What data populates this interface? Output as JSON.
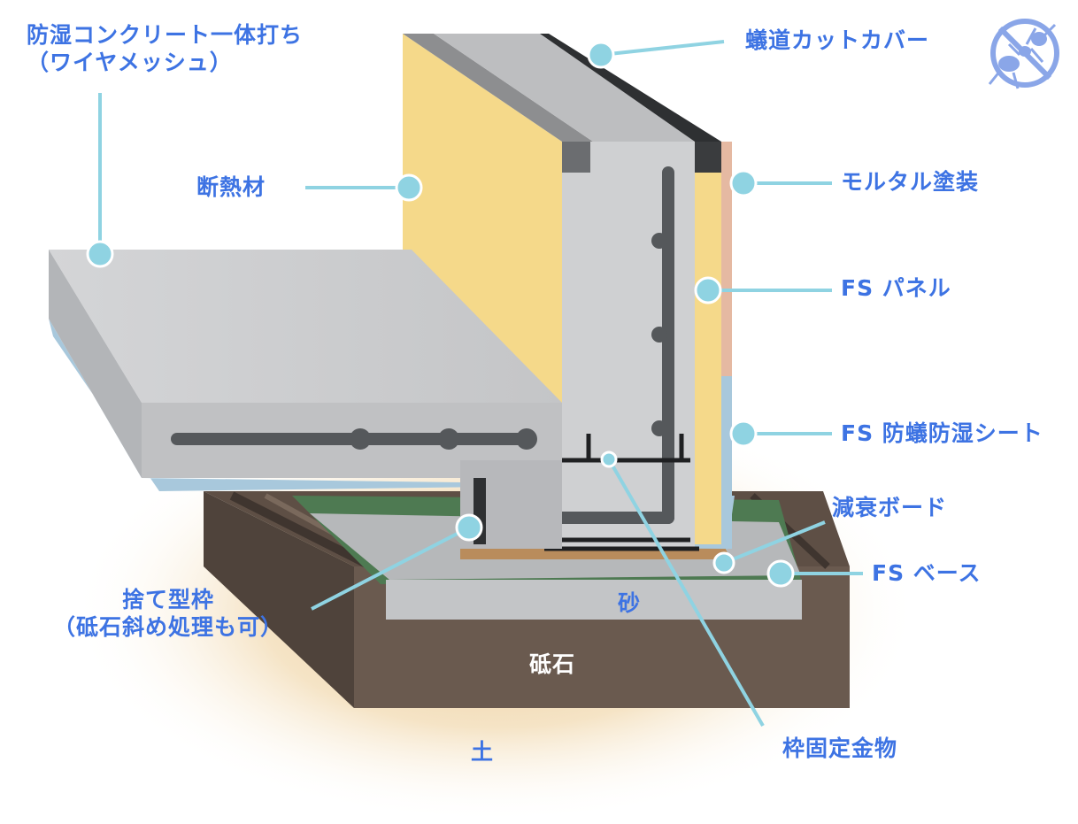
{
  "labels": {
    "moisture_concrete_line1": "防湿コンクリート一体打ち",
    "moisture_concrete_line2": "（ワイヤメッシュ）",
    "insulation": "断熱材",
    "ant_cut_cover": "蟻道カットカバー",
    "mortar_paint": "モルタル塗装",
    "fs_panel": "FS パネル",
    "fs_sheet": "FS 防蟻防湿シート",
    "damping_board": "減衰ボード",
    "fs_base": "FS ベース",
    "formwork_line1": "捨て型枠",
    "formwork_line2": "（砥石斜め処理も可）",
    "sand": "砂",
    "gravel": "砥石",
    "soil": "土",
    "frame_bracket": "枠固定金物"
  },
  "icons": {
    "no_ant": "no-ant-icon"
  },
  "colors": {
    "label_text": "#3d73e3",
    "leader_line": "#8fd3e2",
    "concrete": "#c8c9cb",
    "insulation": "#f5d98a",
    "mortar": "#e5b9a2",
    "sheet": "#a8c8dc",
    "green_layer": "#4e7a52",
    "sand": "#c3c5c7",
    "gravel": "#6a5a4f",
    "soil_glow": "#e9c48d"
  }
}
